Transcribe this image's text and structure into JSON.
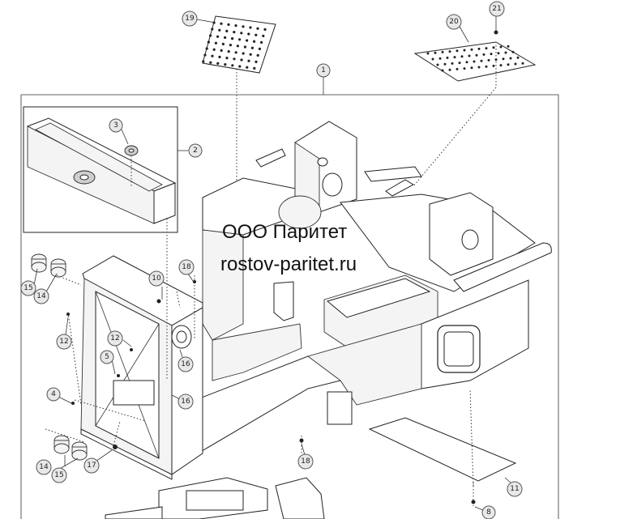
{
  "watermark": {
    "company": "ООО Паритет",
    "website": "rostov-paritet.ru"
  },
  "callouts": [
    {
      "id": "c19",
      "label": "19"
    },
    {
      "id": "c20",
      "label": "20"
    },
    {
      "id": "c21",
      "label": "21"
    },
    {
      "id": "c1",
      "label": "1"
    },
    {
      "id": "c2",
      "label": "2"
    },
    {
      "id": "c3",
      "label": "3"
    },
    {
      "id": "c18a",
      "label": "18"
    },
    {
      "id": "c10",
      "label": "10"
    },
    {
      "id": "c15a",
      "label": "15"
    },
    {
      "id": "c14a",
      "label": "14"
    },
    {
      "id": "c12a",
      "label": "12"
    },
    {
      "id": "c12b",
      "label": "12"
    },
    {
      "id": "c5",
      "label": "5"
    },
    {
      "id": "c16a",
      "label": "16"
    },
    {
      "id": "c16b",
      "label": "16"
    },
    {
      "id": "c4",
      "label": "4"
    },
    {
      "id": "c14b",
      "label": "14"
    },
    {
      "id": "c15b",
      "label": "15"
    },
    {
      "id": "c17",
      "label": "17"
    },
    {
      "id": "c18b",
      "label": "18"
    },
    {
      "id": "c11",
      "label": "11"
    },
    {
      "id": "c8",
      "label": "8"
    }
  ]
}
